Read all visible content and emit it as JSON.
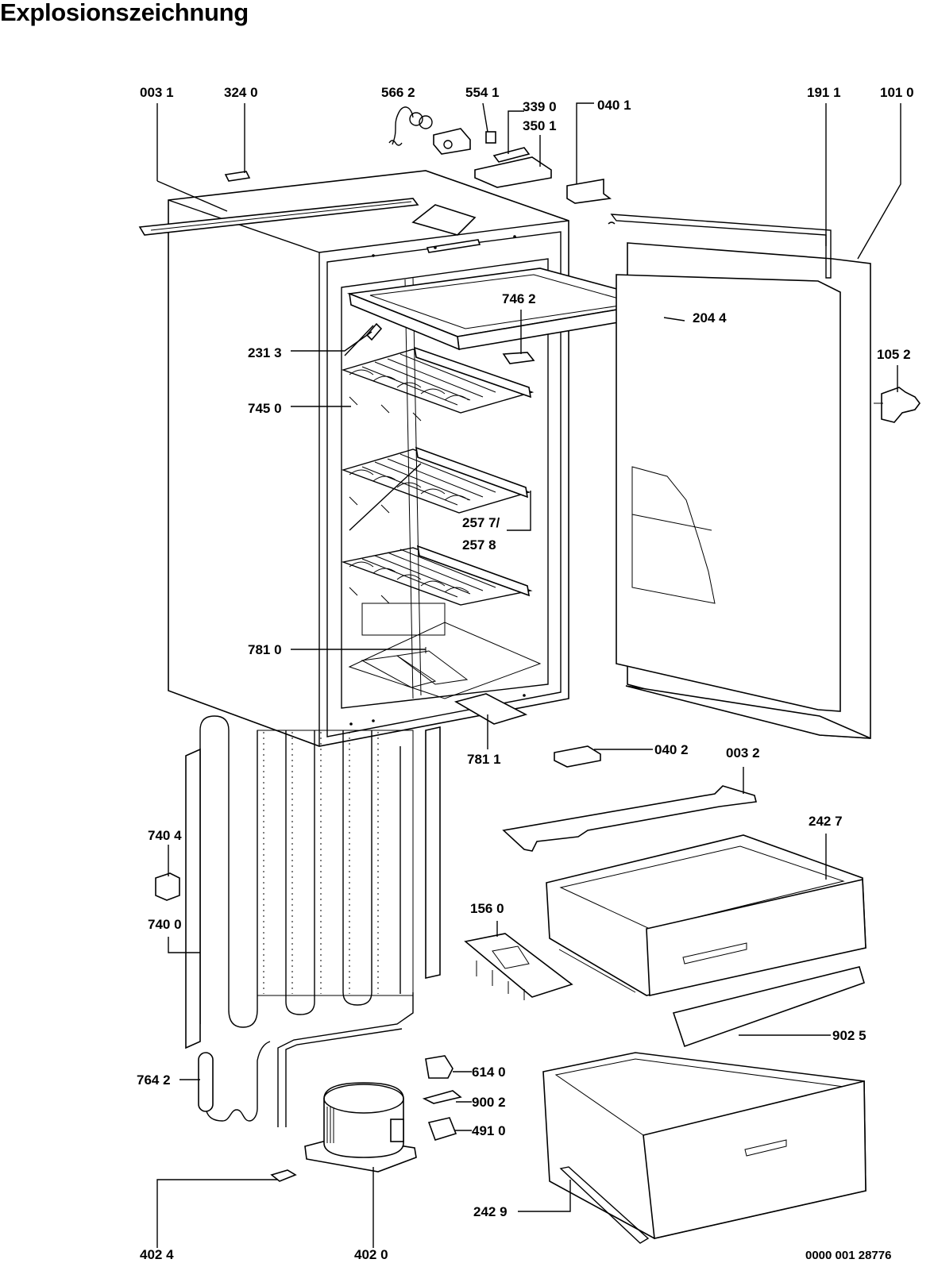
{
  "title": "Explosionszeichnung",
  "document_number": "0000 001 28776",
  "parts": [
    {
      "id": "p0031",
      "label": "003 1"
    },
    {
      "id": "p3240",
      "label": "324 0"
    },
    {
      "id": "p5662",
      "label": "566 2"
    },
    {
      "id": "p5541",
      "label": "554 1"
    },
    {
      "id": "p3390",
      "label": "339 0"
    },
    {
      "id": "p3501",
      "label": "350 1"
    },
    {
      "id": "p0401",
      "label": "040 1"
    },
    {
      "id": "p1911",
      "label": "191 1"
    },
    {
      "id": "p1010",
      "label": "101 0"
    },
    {
      "id": "p7462",
      "label": "746 2"
    },
    {
      "id": "p2044",
      "label": "204 4"
    },
    {
      "id": "p2313",
      "label": "231 3"
    },
    {
      "id": "p1052",
      "label": "105 2"
    },
    {
      "id": "p7450",
      "label": "745 0"
    },
    {
      "id": "p2577",
      "label": "257 7/"
    },
    {
      "id": "p2578",
      "label": "257 8"
    },
    {
      "id": "p7810",
      "label": "781 0"
    },
    {
      "id": "p7811",
      "label": "781 1"
    },
    {
      "id": "p0402",
      "label": "040 2"
    },
    {
      "id": "p0032",
      "label": "003 2"
    },
    {
      "id": "p2427",
      "label": "242 7"
    },
    {
      "id": "p7404",
      "label": "740 4"
    },
    {
      "id": "p1560",
      "label": "156 0"
    },
    {
      "id": "p7400",
      "label": "740 0"
    },
    {
      "id": "p9025",
      "label": "902 5"
    },
    {
      "id": "p6140",
      "label": "614 0"
    },
    {
      "id": "p7642",
      "label": "764 2"
    },
    {
      "id": "p9002",
      "label": "900 2"
    },
    {
      "id": "p4910",
      "label": "491 0"
    },
    {
      "id": "p2429",
      "label": "242 9"
    },
    {
      "id": "p4024",
      "label": "402 4"
    },
    {
      "id": "p4020",
      "label": "402 0"
    }
  ]
}
